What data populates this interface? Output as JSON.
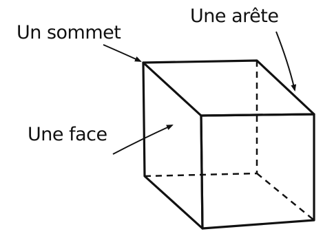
{
  "diagram": {
    "labels": {
      "vertex": "Un sommet",
      "edge": "Une arête",
      "face": "Une face"
    },
    "colors": {
      "ink": "#111111",
      "background": "#ffffff"
    }
  }
}
